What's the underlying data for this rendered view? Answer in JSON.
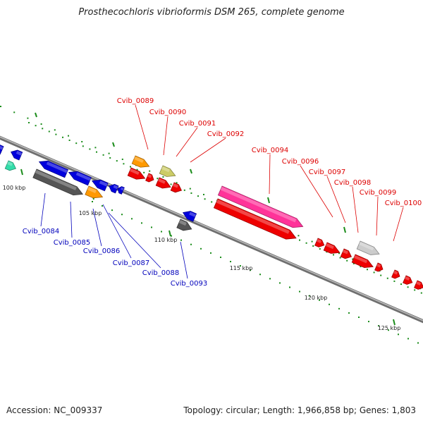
{
  "title": "Prosthecochloris vibrioformis DSM 265, complete genome",
  "footer": {
    "accession": "Accession: NC_009337",
    "topology": "Topology: circular; Length: 1,966,858 bp; Genes: 1,803"
  },
  "colors": {
    "backbone": "#8c8c8c",
    "tick": "#1a8c1a",
    "forward_label": "#dd0000",
    "reverse_label": "#0000bb"
  },
  "ticks": [
    "100 kbp",
    "105 kbp",
    "110 kbp",
    "115 kbp",
    "120 kbp",
    "125 kbp"
  ],
  "genes_forward": [
    {
      "label": "Cvib_0089",
      "color": "#ff9900"
    },
    {
      "label": "Cvib_0090",
      "color": "#cccc66"
    },
    {
      "label": "Cvib_0091",
      "color": "#ee0000"
    },
    {
      "label": "Cvib_0092",
      "color": "#ee0000"
    },
    {
      "label": "Cvib_0094",
      "color": "#ff3399"
    },
    {
      "label": "Cvib_0096",
      "color": "#ee0000"
    },
    {
      "label": "Cvib_0097",
      "color": "#ee0000"
    },
    {
      "label": "Cvib_0098",
      "color": "#ee0000"
    },
    {
      "label": "Cvib_0099",
      "color": "#cccccc"
    },
    {
      "label": "Cvib_0100",
      "color": "#ee0000"
    }
  ],
  "genes_reverse": [
    {
      "label": "Cvib_0084",
      "color": "#555555"
    },
    {
      "label": "Cvib_0085",
      "color": "#0000dd"
    },
    {
      "label": "Cvib_0086",
      "color": "#ff9900"
    },
    {
      "label": "Cvib_0087",
      "color": "#0000dd"
    },
    {
      "label": "Cvib_0088",
      "color": "#0000dd"
    },
    {
      "label": "Cvib_0093",
      "color": "#555555"
    }
  ]
}
